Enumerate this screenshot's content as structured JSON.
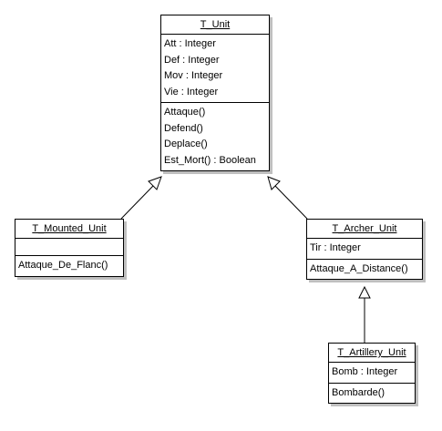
{
  "classes": {
    "unit": {
      "name": "T_Unit",
      "attributes": [
        "Att : Integer",
        "Def : Integer",
        "Mov : Integer",
        "Vie : Integer"
      ],
      "operations": [
        "Attaque()",
        "Defend()",
        "Deplace()",
        "Est_Mort() : Boolean"
      ]
    },
    "mounted": {
      "name": "T_Mounted_Unit",
      "attributes": [],
      "operations": [
        "Attaque_De_Flanc()"
      ]
    },
    "archer": {
      "name": "T_Archer_Unit",
      "attributes": [
        "Tir : Integer"
      ],
      "operations": [
        "Attaque_A_Distance()"
      ]
    },
    "artillery": {
      "name": "T_Artillery_Unit",
      "attributes": [
        "Bomb : Integer"
      ],
      "operations": [
        "Bombarde()"
      ]
    }
  },
  "relations": [
    {
      "type": "generalization",
      "from": "T_Mounted_Unit",
      "to": "T_Unit"
    },
    {
      "type": "generalization",
      "from": "T_Archer_Unit",
      "to": "T_Unit"
    },
    {
      "type": "generalization",
      "from": "T_Artillery_Unit",
      "to": "T_Archer_Unit"
    }
  ]
}
